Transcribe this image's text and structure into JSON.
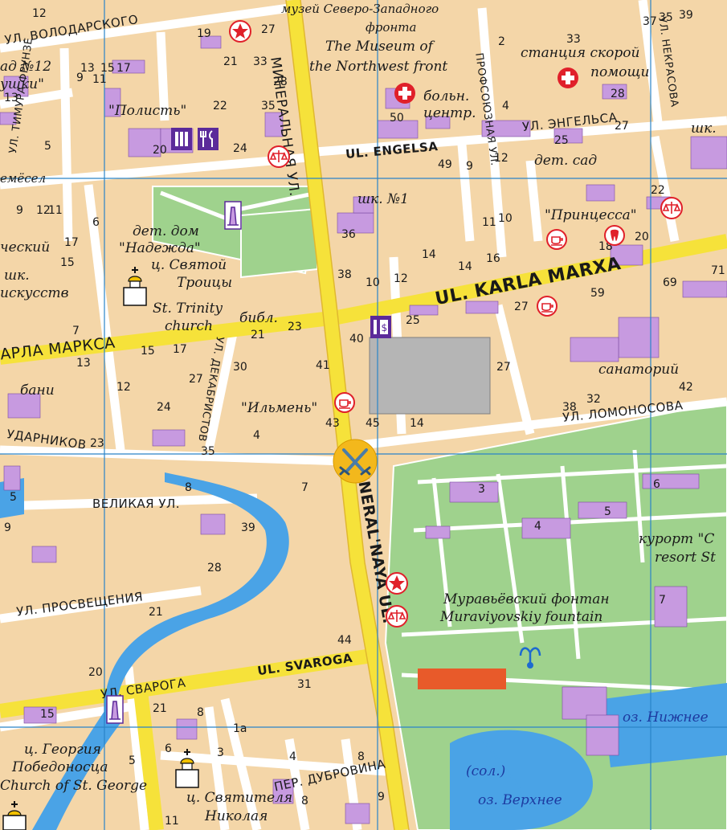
{
  "map": {
    "streets": {
      "volodarskogo": "УЛ. ВОЛОДАРСКОГО",
      "timura_frunze": "УЛ. ТИМУРА ФРУНЗЕ",
      "mineralnaya_ru": "МИНЕРАЛЬНАЯ УЛ.",
      "mineralnaya_en": "INERAL'NAYA UL.",
      "engelsa_ru": "УЛ. ЭНГЕЛЬСА",
      "engelsa_en": "UL. ENGELSA",
      "profsoyuznaya": "ПРОФСОЮЗНАЯ УЛ.",
      "nekrasova": "УЛ. НЕКРАСОВА",
      "karla_marxa_en": "UL. KARLA MARXA",
      "karla_marxa_ru": "АРЛА МАРКСА",
      "dekabristov": "УЛ. ДЕКАБРИСТОВ",
      "udarnikov": "УДАРНИКОВ",
      "lomonosova": "УЛ. ЛОМОНОСОВА",
      "velikaya": "ВЕЛИКАЯ УЛ.",
      "prosvescheniya": "УЛ. ПРОСВЕЩЕНИЯ",
      "svaroga_ru": "УЛ. СВАРОГА",
      "svaroga_en": "UL. SVAROGA",
      "dubrovina": "ПЕР. ДУБРОВИНА",
      "remesel": "емёсел"
    },
    "places": {
      "museum_ru_1": "музей Северо-Западного",
      "museum_ru_2": "фронта",
      "museum_en_1": "The Museum of",
      "museum_en_2": "the Northwest front",
      "ambulance_1": "станция скорой",
      "ambulance_2": "помощи",
      "hospital_1": "больн.",
      "hospital_2": "центр.",
      "sad12_1": "ад №12",
      "sad12_2": "ушки\"",
      "polist": "\"Полисть\"",
      "kindergarten": "дет. сад",
      "school1": "шк. №1",
      "school_right": "шк.",
      "princessa": "\"Принцесса\"",
      "orphanage_1": "дет. дом",
      "orphanage_2": "\"Надежда\"",
      "trinity_ru_1": "ц. Святой",
      "trinity_ru_2": "Троицы",
      "trinity_en_1": "St. Trinity",
      "trinity_en_2": "church",
      "library": "библ.",
      "art_1": "шк.",
      "art_2": "искусств",
      "tech": "ческий",
      "baths": "бани",
      "sanatorium": "санаторий",
      "ilmen": "\"Ильмень\"",
      "resort_1": "курорт \"С",
      "resort_2": "resort St",
      "fountain_ru": "Муравьёвский фонтан",
      "fountain_en": "Muraviyovskiy fountain",
      "george_1": "ц. Георгия",
      "george_2": "Победоносца",
      "george_3": "Church of St. George",
      "nikolay_1": "ц. Святителя",
      "nikolay_2": "Николая",
      "lake_lower": "оз. Нижнее",
      "lake_upper": "оз. Верхнее",
      "salt": "(сол.)"
    },
    "house_numbers": [
      "12",
      "19",
      "27",
      "35",
      "37",
      "39",
      "33",
      "21",
      "33",
      "13",
      "15",
      "17",
      "9",
      "11",
      "13",
      "22",
      "35",
      "28",
      "50",
      "4",
      "28",
      "2",
      "27",
      "25",
      "20",
      "24",
      "49",
      "9",
      "12",
      "5",
      "10",
      "14",
      "11",
      "36",
      "14",
      "16",
      "22",
      "18",
      "20",
      "69",
      "71",
      "12",
      "9",
      "11",
      "6",
      "17",
      "15",
      "38",
      "10",
      "12",
      "7",
      "59",
      "27",
      "25",
      "40",
      "15",
      "17",
      "21",
      "23",
      "13",
      "12",
      "24",
      "27",
      "30",
      "41",
      "43",
      "45",
      "14",
      "27",
      "38",
      "32",
      "42",
      "4",
      "35",
      "5",
      "23",
      "8",
      "7",
      "3",
      "6",
      "5",
      "4",
      "39",
      "9",
      "28",
      "21",
      "7",
      "44",
      "31",
      "20",
      "15",
      "21",
      "8",
      "6",
      "5",
      "3",
      "1a",
      "4",
      "8",
      "8",
      "9",
      "11"
    ],
    "colors": {
      "land": "#f4d6a8",
      "major_road": "#f6e23a",
      "minor_road": "#ffffff",
      "park": "#9fd28d",
      "building": "#c79ae0",
      "water": "#4aa3e6",
      "grid_line": "#2a84c8",
      "marker": "#f3b81c"
    },
    "icons": [
      "museum-star-icon",
      "first-aid-icon",
      "court-scales-icon",
      "bank-icon",
      "restaurant-icon",
      "cafe-cup-icon",
      "dentist-tooth-icon",
      "monument-icon",
      "church-icon",
      "fountain-icon",
      "crossed-swords-icon"
    ]
  }
}
